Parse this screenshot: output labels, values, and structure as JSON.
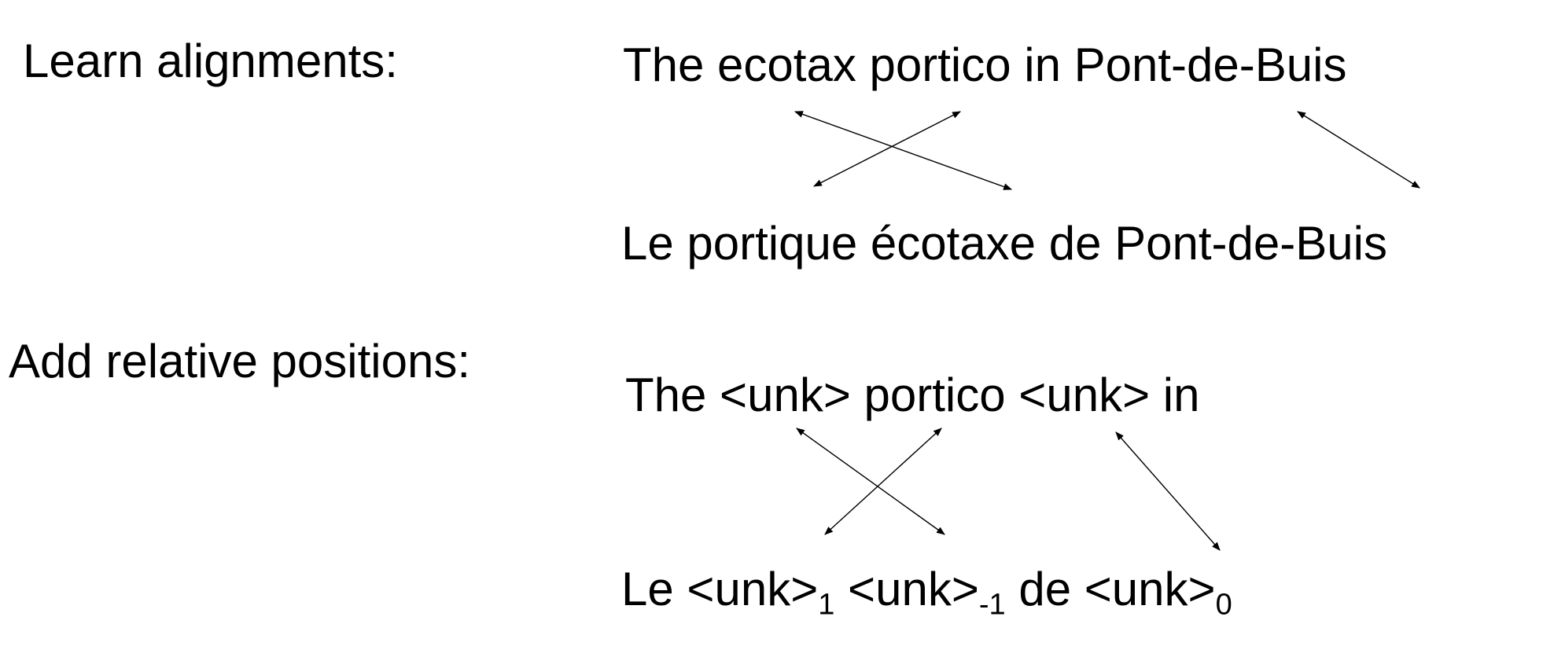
{
  "section1": {
    "label": "Learn alignments:",
    "source": "The ecotax portico in Pont-de-Buis",
    "target": "Le portique écotaxe de Pont-de-Buis"
  },
  "section2": {
    "label": "Add relative positions:",
    "source": "The <unk> portico <unk> in",
    "target": {
      "tokens": [
        {
          "text": "Le ",
          "sub": ""
        },
        {
          "text": "<unk>",
          "sub": "1"
        },
        {
          "text": " <unk>",
          "sub": "-1"
        },
        {
          "text": " de ",
          "sub": ""
        },
        {
          "text": "<unk>",
          "sub": "0"
        }
      ]
    }
  }
}
